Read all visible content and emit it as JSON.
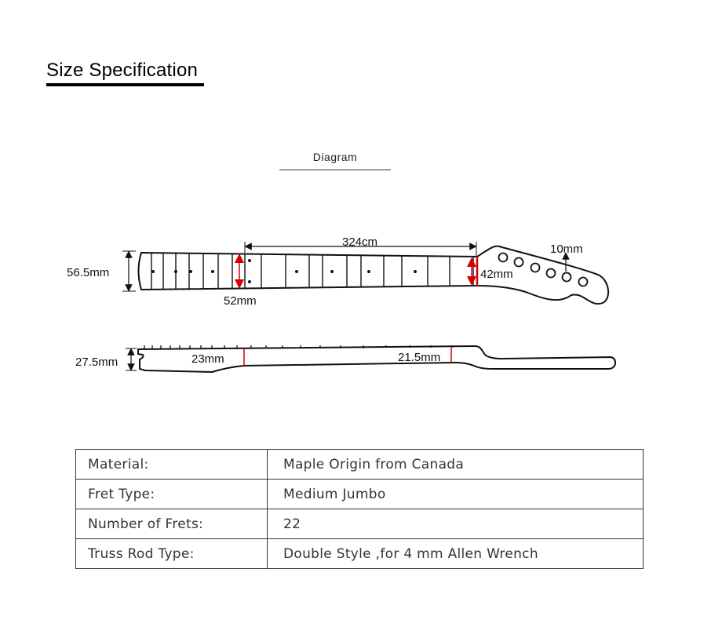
{
  "section_title": "Size Specification",
  "diagram": {
    "label": "Diagram",
    "dims": {
      "width_nut": "56.5mm",
      "scale_length": "324cm",
      "width_12th": "52mm",
      "width_heel": "42mm",
      "tuner_hole": "10mm",
      "thickness": "27.5mm",
      "thickness_1st": "23mm",
      "thickness_12th": "21.5mm"
    }
  },
  "specs": [
    {
      "key": "Material:",
      "value": "Maple Origin from Canada"
    },
    {
      "key": "Fret Type:",
      "value": "Medium Jumbo"
    },
    {
      "key": "Number of Frets:",
      "value": "22"
    },
    {
      "key": "Truss Rod Type:",
      "value": "Double Style ,for 4 mm Allen Wrench"
    }
  ],
  "colors": {
    "line": "#111111",
    "accent": "#d40000"
  }
}
